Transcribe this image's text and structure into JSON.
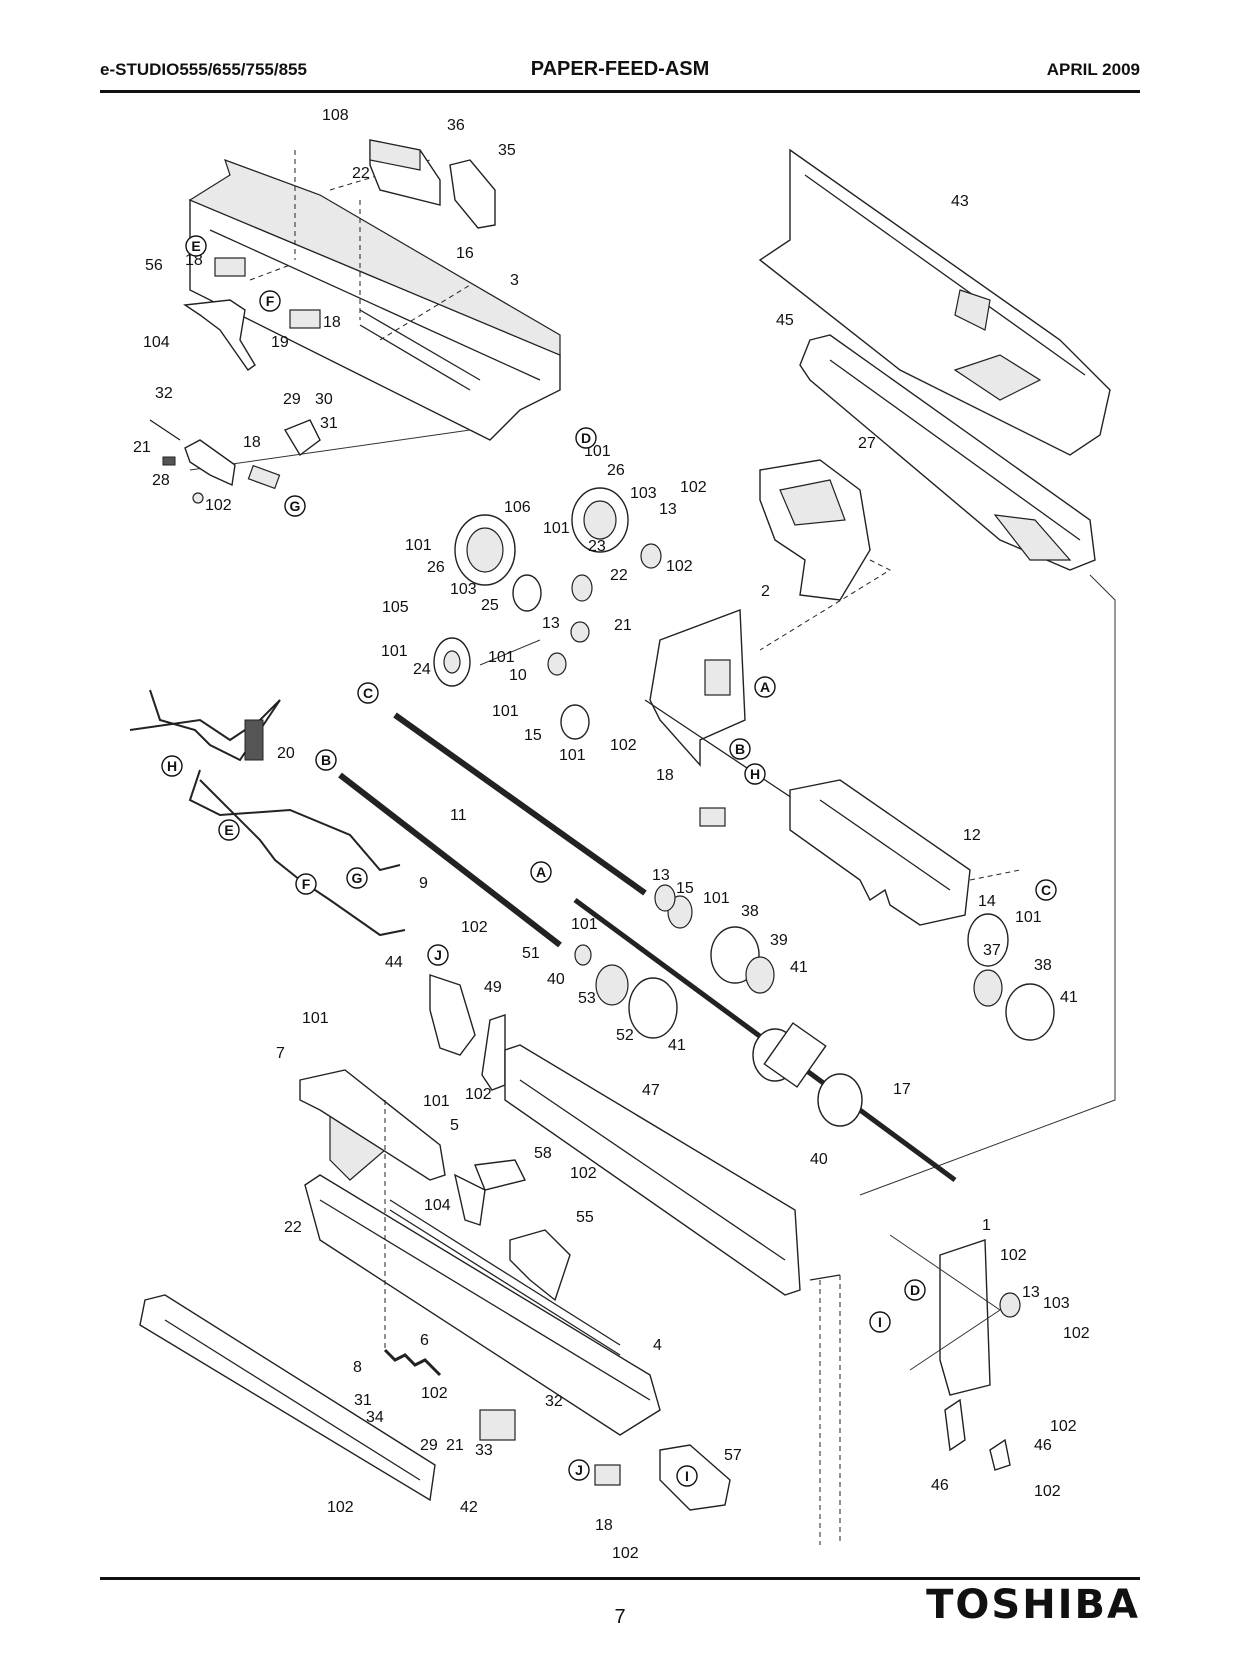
{
  "header": {
    "model": "e-STUDIO555/655/755/855",
    "title": "PAPER-FEED-ASM",
    "date": "APRIL 2009"
  },
  "footer": {
    "page_number": "7",
    "brand": "TOSHIBA"
  },
  "ref_marks": [
    "A",
    "B",
    "C",
    "D",
    "E",
    "F",
    "G",
    "H",
    "I",
    "J"
  ],
  "callouts": [
    {
      "id": "c108",
      "text": "108"
    },
    {
      "id": "c36",
      "text": "36"
    },
    {
      "id": "c35",
      "text": "35"
    },
    {
      "id": "c22a",
      "text": "22"
    },
    {
      "id": "c16",
      "text": "16"
    },
    {
      "id": "c3",
      "text": "3"
    },
    {
      "id": "c56",
      "text": "56"
    },
    {
      "id": "c18a",
      "text": "18"
    },
    {
      "id": "c18b",
      "text": "18"
    },
    {
      "id": "c104a",
      "text": "104"
    },
    {
      "id": "c19",
      "text": "19"
    },
    {
      "id": "c32a",
      "text": "32"
    },
    {
      "id": "c29a",
      "text": "29"
    },
    {
      "id": "c30",
      "text": "30"
    },
    {
      "id": "c31a",
      "text": "31"
    },
    {
      "id": "c21a",
      "text": "21"
    },
    {
      "id": "c18c",
      "text": "18"
    },
    {
      "id": "c28",
      "text": "28"
    },
    {
      "id": "c102a",
      "text": "102"
    },
    {
      "id": "c43",
      "text": "43"
    },
    {
      "id": "c45",
      "text": "45"
    },
    {
      "id": "c27",
      "text": "27"
    },
    {
      "id": "c102b",
      "text": "102"
    },
    {
      "id": "c101a",
      "text": "101"
    },
    {
      "id": "c26a",
      "text": "26"
    },
    {
      "id": "c103a",
      "text": "103"
    },
    {
      "id": "c13a",
      "text": "13"
    },
    {
      "id": "c106",
      "text": "106"
    },
    {
      "id": "c101b",
      "text": "101"
    },
    {
      "id": "c26b",
      "text": "26"
    },
    {
      "id": "c101c",
      "text": "101"
    },
    {
      "id": "c23",
      "text": "23"
    },
    {
      "id": "c102c",
      "text": "102"
    },
    {
      "id": "c103b",
      "text": "103"
    },
    {
      "id": "c25",
      "text": "25"
    },
    {
      "id": "c22b",
      "text": "22"
    },
    {
      "id": "c2",
      "text": "2"
    },
    {
      "id": "c105",
      "text": "105"
    },
    {
      "id": "c13b",
      "text": "13"
    },
    {
      "id": "c21b",
      "text": "21"
    },
    {
      "id": "c101d",
      "text": "101"
    },
    {
      "id": "c24",
      "text": "24"
    },
    {
      "id": "c101e",
      "text": "101"
    },
    {
      "id": "c10",
      "text": "10"
    },
    {
      "id": "c101f",
      "text": "101"
    },
    {
      "id": "c15a",
      "text": "15"
    },
    {
      "id": "c102d",
      "text": "102"
    },
    {
      "id": "c101g",
      "text": "101"
    },
    {
      "id": "c20",
      "text": "20"
    },
    {
      "id": "c18d",
      "text": "18"
    },
    {
      "id": "c11",
      "text": "11"
    },
    {
      "id": "c12",
      "text": "12"
    },
    {
      "id": "c9",
      "text": "9"
    },
    {
      "id": "c13c",
      "text": "13"
    },
    {
      "id": "c15b",
      "text": "15"
    },
    {
      "id": "c101h",
      "text": "101"
    },
    {
      "id": "c38a",
      "text": "38"
    },
    {
      "id": "c14",
      "text": "14"
    },
    {
      "id": "c101i",
      "text": "101"
    },
    {
      "id": "c102e",
      "text": "102"
    },
    {
      "id": "c101j",
      "text": "101"
    },
    {
      "id": "c51",
      "text": "51"
    },
    {
      "id": "c39",
      "text": "39"
    },
    {
      "id": "c37",
      "text": "37"
    },
    {
      "id": "c38b",
      "text": "38"
    },
    {
      "id": "c44",
      "text": "44"
    },
    {
      "id": "c49",
      "text": "49"
    },
    {
      "id": "c40a",
      "text": "40"
    },
    {
      "id": "c53",
      "text": "53"
    },
    {
      "id": "c41a",
      "text": "41"
    },
    {
      "id": "c41b",
      "text": "41"
    },
    {
      "id": "c52",
      "text": "52"
    },
    {
      "id": "c41c",
      "text": "41"
    },
    {
      "id": "c101k",
      "text": "101"
    },
    {
      "id": "c7",
      "text": "7"
    },
    {
      "id": "c101l",
      "text": "101"
    },
    {
      "id": "c102f",
      "text": "102"
    },
    {
      "id": "c47",
      "text": "47"
    },
    {
      "id": "c17",
      "text": "17"
    },
    {
      "id": "c5",
      "text": "5"
    },
    {
      "id": "c58",
      "text": "58"
    },
    {
      "id": "c40b",
      "text": "40"
    },
    {
      "id": "c102g",
      "text": "102"
    },
    {
      "id": "c104b",
      "text": "104"
    },
    {
      "id": "c55",
      "text": "55"
    },
    {
      "id": "c22c",
      "text": "22"
    },
    {
      "id": "c1",
      "text": "1"
    },
    {
      "id": "c102h",
      "text": "102"
    },
    {
      "id": "c13d",
      "text": "13"
    },
    {
      "id": "c103c",
      "text": "103"
    },
    {
      "id": "c102i",
      "text": "102"
    },
    {
      "id": "c6",
      "text": "6"
    },
    {
      "id": "c4",
      "text": "4"
    },
    {
      "id": "c8",
      "text": "8"
    },
    {
      "id": "c31b",
      "text": "31"
    },
    {
      "id": "c102j",
      "text": "102"
    },
    {
      "id": "c32b",
      "text": "32"
    },
    {
      "id": "c34",
      "text": "34"
    },
    {
      "id": "c29b",
      "text": "29"
    },
    {
      "id": "c21c",
      "text": "21"
    },
    {
      "id": "c33",
      "text": "33"
    },
    {
      "id": "c57",
      "text": "57"
    },
    {
      "id": "c102k",
      "text": "102"
    },
    {
      "id": "c46a",
      "text": "46"
    },
    {
      "id": "c46b",
      "text": "46"
    },
    {
      "id": "c102l",
      "text": "102"
    },
    {
      "id": "c102m",
      "text": "102"
    },
    {
      "id": "c42",
      "text": "42"
    },
    {
      "id": "c18e",
      "text": "18"
    },
    {
      "id": "c102n",
      "text": "102"
    }
  ]
}
